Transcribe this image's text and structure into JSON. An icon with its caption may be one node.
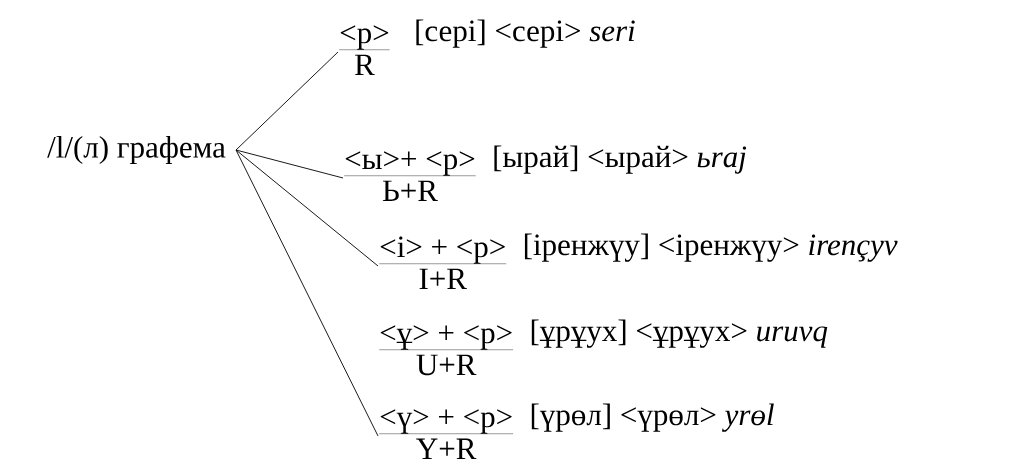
{
  "diagram": {
    "nodes": [
      {
        "text": [
          "/l/(л) графема"
        ]
      },
      {
        "text": [
          "<р>",
          "R"
        ],
        "beside": [
          "[сері] <сері> *seri*"
        ]
      },
      {
        "text": [
          "<ы>+ <р>",
          "Ь+R"
        ],
        "beside": [
          "[ырай] <ырай> *ьraj*"
        ]
      },
      {
        "text": [
          "<і> + <р>",
          "I+R"
        ],
        "beside": [
          "[іренжүу] <іренжүу> *irençyv*"
        ]
      },
      {
        "text": [
          "<ұ> + <р>",
          "U+R"
        ],
        "beside": [
          "[ұрұух] <ұрұух> *uruvq*"
        ]
      },
      {
        "text": [
          "<ү> + <р>",
          "Y+R"
        ],
        "beside": [
          "[үрөл] <үрөл> *yrөl*"
        ]
      }
    ],
    "edges": [
      {
        "from": 0,
        "to": 1,
        "arrow": "none"
      },
      {
        "from": 0,
        "to": 2,
        "arrow": "none"
      },
      {
        "from": 0,
        "to": 3,
        "arrow": "none"
      },
      {
        "from": 0,
        "to": 5,
        "arrow": "none"
      }
    ]
  }
}
